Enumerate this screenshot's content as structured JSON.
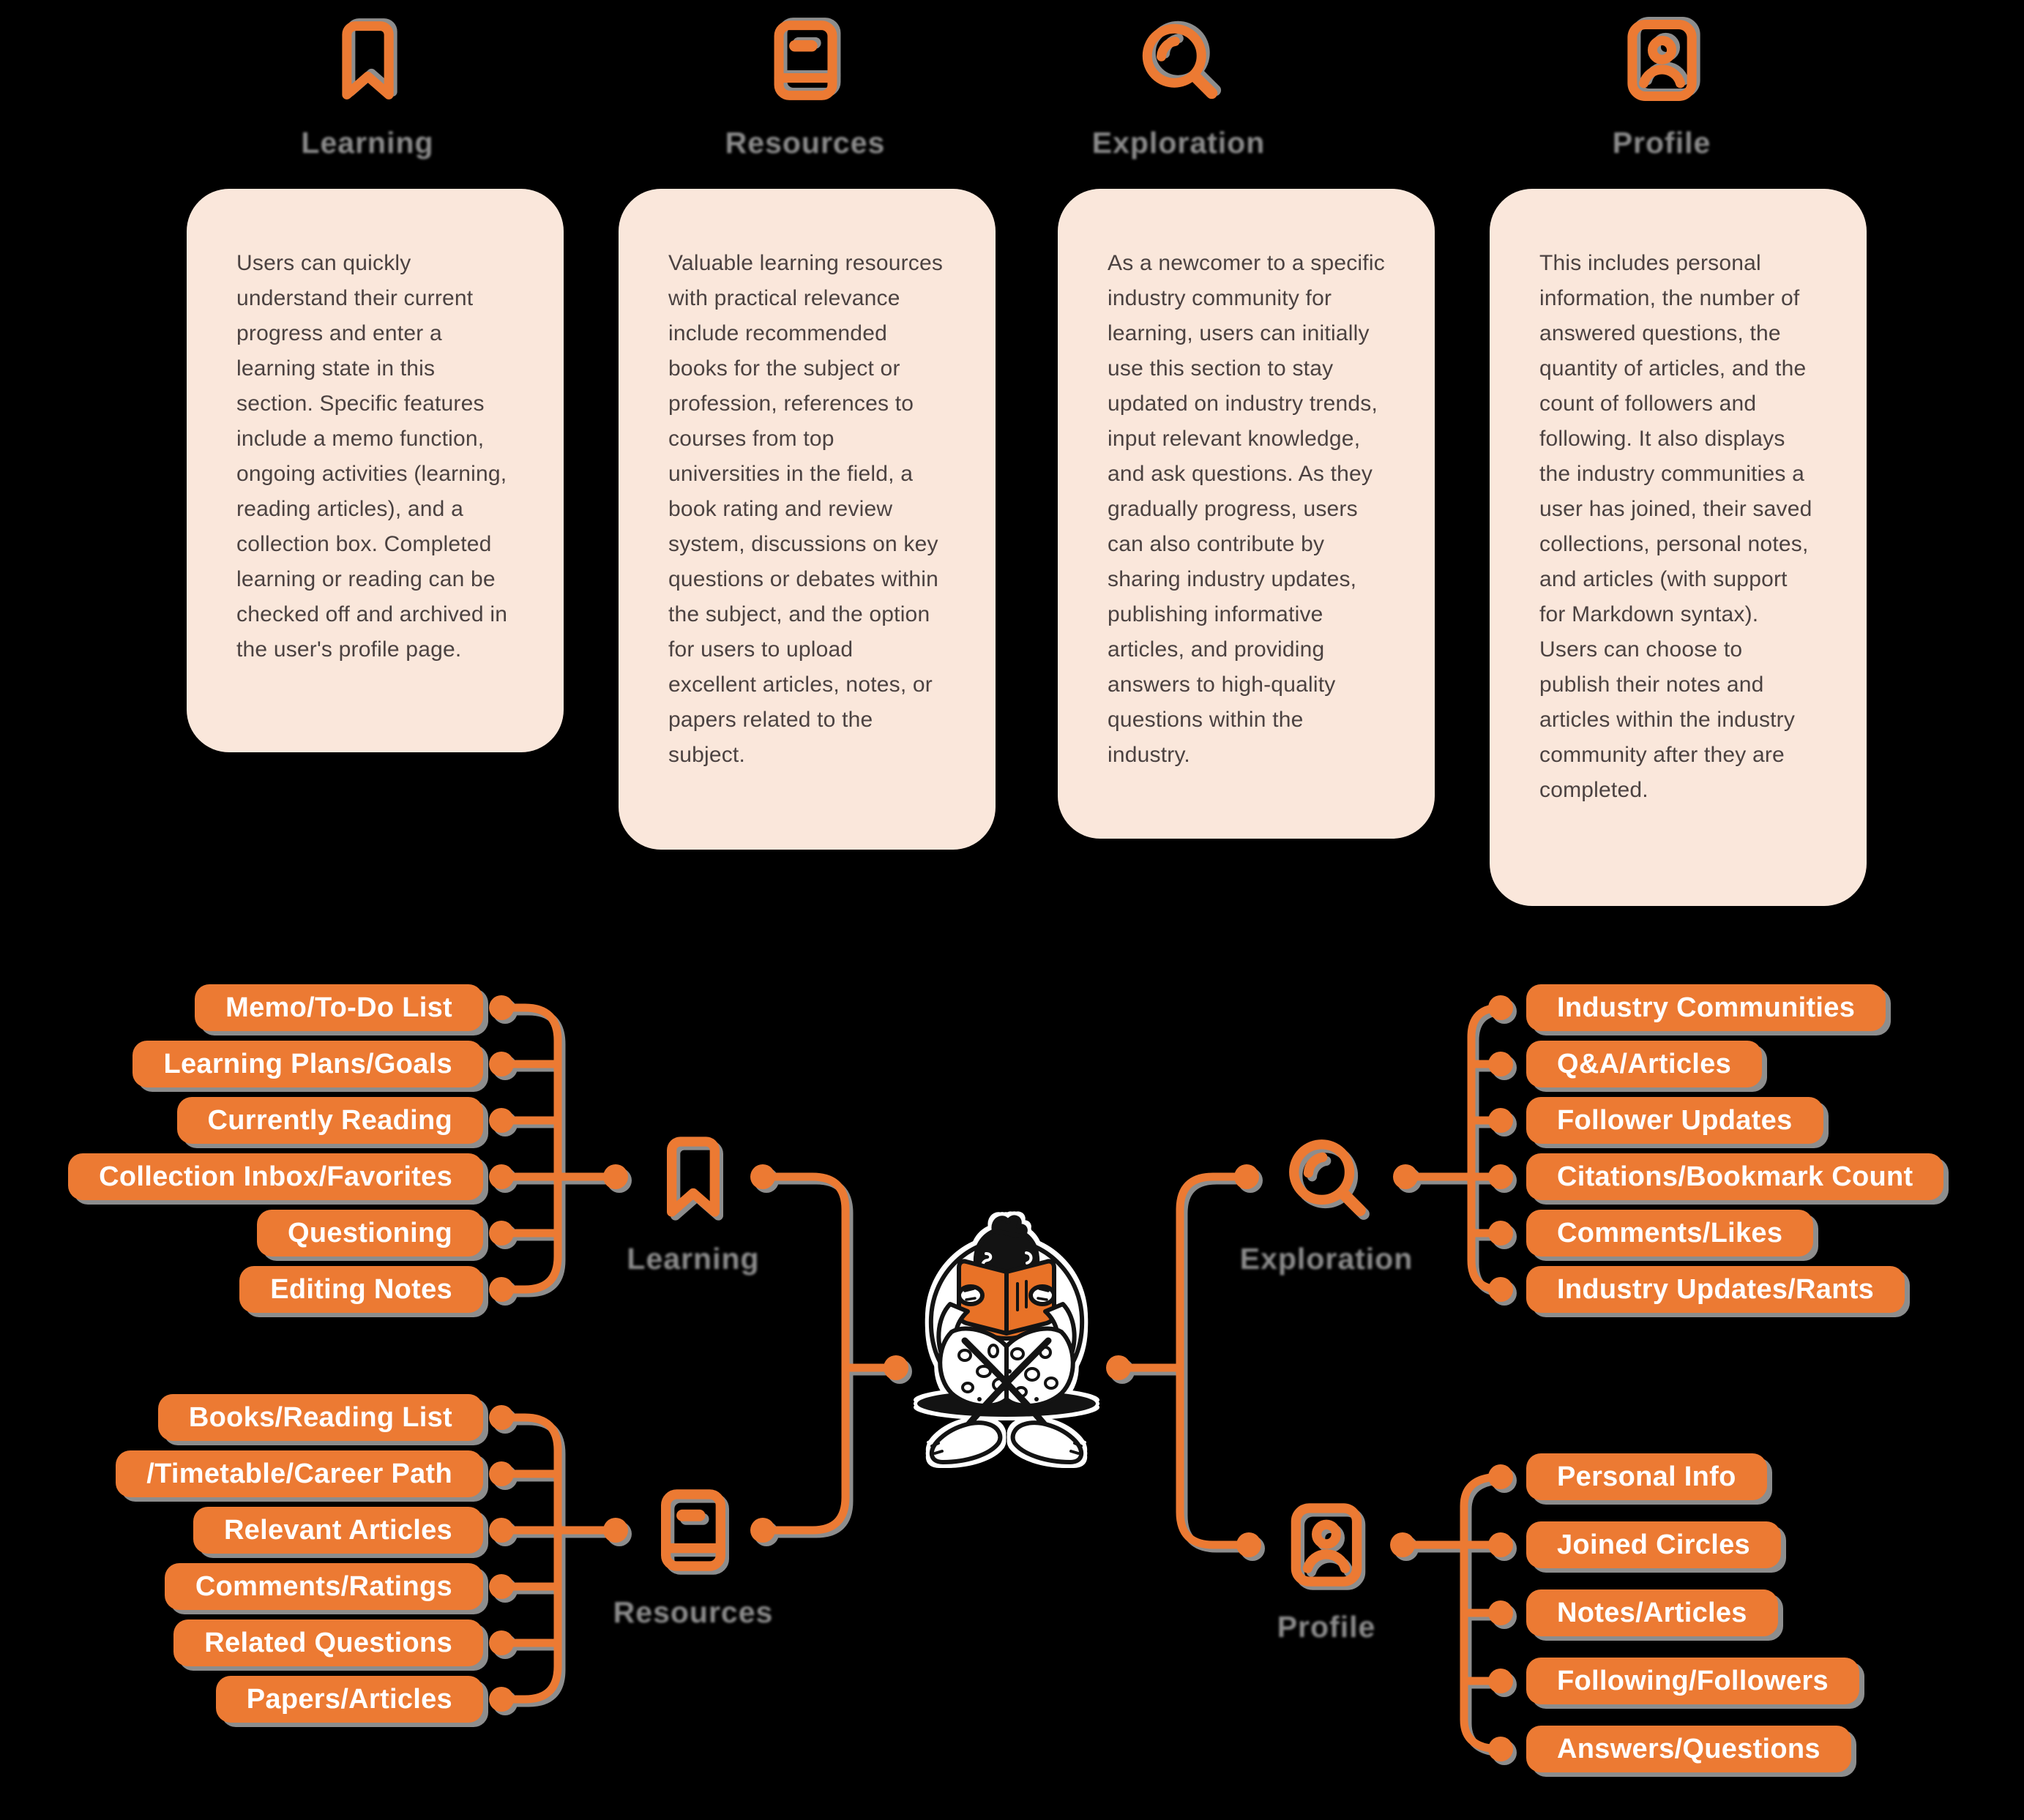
{
  "sections": [
    {
      "label": "Learning",
      "icon": "bookmark-icon",
      "description": "Users can quickly understand their current progress and enter a learning state in this section. Specific features include a memo function, ongoing activities (learning, reading articles), and a collection box. Completed learning or reading can be checked off and archived in the user's profile page."
    },
    {
      "label": "Resources",
      "icon": "book-icon",
      "description": "Valuable learning resources with practical relevance include recommended books for the subject or profession, references to courses from top universities in the field, a book rating and review system, discussions on key questions or debates within the subject, and the option for users to upload excellent articles, notes, or papers related to the subject."
    },
    {
      "label": "Exploration",
      "icon": "search-icon",
      "description": "As a newcomer to a specific industry community for learning, users can initially use this section to stay updated on industry trends, input relevant knowledge, and ask questions. As they gradually progress, users can also contribute by sharing industry updates, publishing informative articles, and providing answers to high-quality questions within the industry."
    },
    {
      "label": "Profile",
      "icon": "profile-icon",
      "description": "This includes personal information, the number of answered questions, the quantity of articles, and the count of followers and following. It also displays the industry communities a user has joined, their saved collections, personal notes, and articles (with support for Markdown syntax). Users can choose to publish their notes and articles within the industry community after they are completed."
    }
  ],
  "mindmap": {
    "learning": {
      "label": "Learning",
      "items": [
        "Memo/To-Do List",
        "Learning Plans/Goals",
        "Currently Reading",
        "Collection Inbox/Favorites",
        "Questioning",
        "Editing Notes"
      ]
    },
    "resources": {
      "label": "Resources",
      "items": [
        "Books/Reading List",
        "/Timetable/Career Path",
        "Relevant Articles",
        "Comments/Ratings",
        "Related Questions",
        "Papers/Articles"
      ]
    },
    "exploration": {
      "label": "Exploration",
      "items": [
        "Industry Communities",
        "Q&A/Articles",
        "Follower Updates",
        "Citations/Bookmark Count",
        "Comments/Likes",
        "Industry Updates/Rants"
      ]
    },
    "profile": {
      "label": "Profile",
      "items": [
        "Personal Info",
        "Joined Circles",
        "Notes/Articles",
        "Following/Followers",
        "Answers/Questions"
      ]
    }
  },
  "colors": {
    "accent": "#EC7A33",
    "book_orange": "#E87227",
    "card_bg": "#FAE7DB",
    "card_text": "#4B4241",
    "label_gray": "#8C8C8C",
    "shadow_gray": "#8D8D8D",
    "pill_text": "#FFFFFF",
    "background": "#000000"
  }
}
